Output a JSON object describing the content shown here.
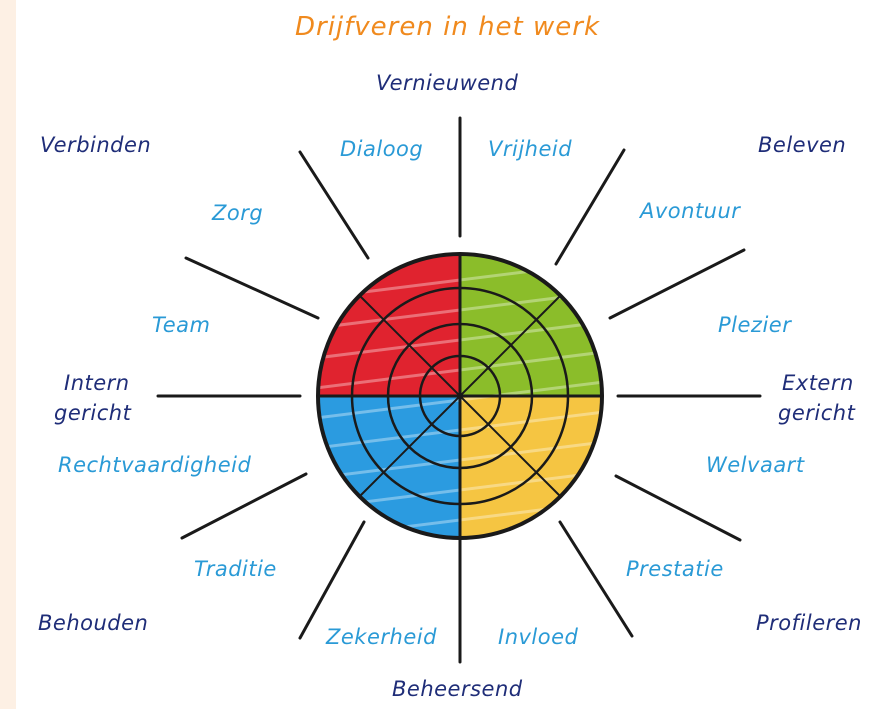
{
  "title": "Drijfveren in het werk",
  "axes": {
    "top": "Vernieuwend",
    "bottom": "Beheersend",
    "left": "Intern gericht",
    "left_line1": "Intern",
    "left_line2": "gericht",
    "right": "Extern gericht",
    "right_line1": "Extern",
    "right_line2": "gericht"
  },
  "outer_labels": {
    "top_left": "Verbinden",
    "top_right": "Beleven",
    "bottom_left": "Behouden",
    "bottom_right": "Profileren"
  },
  "values": {
    "dialoog": "Dialoog",
    "vrijheid": "Vrijheid",
    "zorg": "Zorg",
    "avontuur": "Avontuur",
    "team": "Team",
    "plezier": "Plezier",
    "rechtvaardigheid": "Rechtvaardigheid",
    "welvaart": "Welvaart",
    "traditie": "Traditie",
    "prestatie": "Prestatie",
    "zekerheid": "Zekerheid",
    "invloed": "Invloed"
  },
  "quadrant_colors": {
    "top_left": "#e0232f",
    "top_right": "#8bbd2a",
    "bottom_left": "#2b9be0",
    "bottom_right": "#f5c542"
  },
  "colors": {
    "title": "#f08a1e",
    "outer_label": "#1f2d78",
    "inner_label": "#2a9ad6",
    "lines": "#1a1a1a"
  }
}
